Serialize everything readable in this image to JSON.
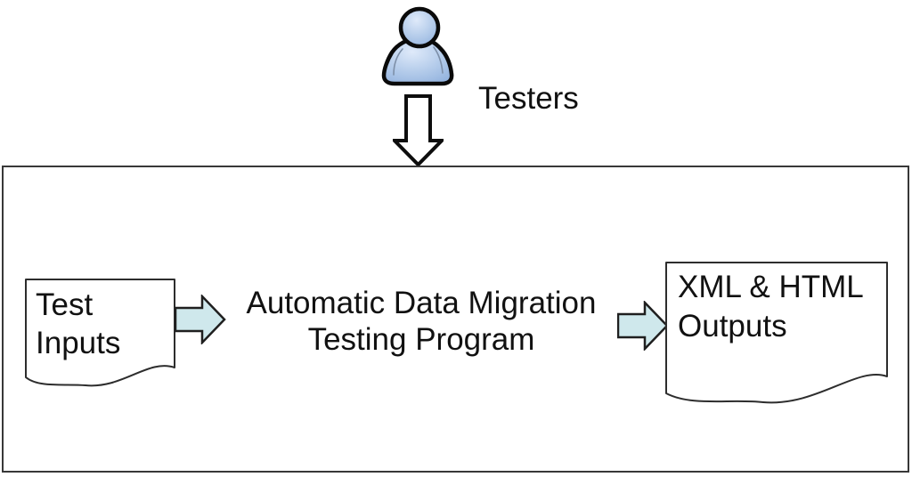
{
  "actor": {
    "label": "Testers"
  },
  "input_doc": {
    "label": "Test\nInputs"
  },
  "process": {
    "label": "Automatic Data Migration\nTesting Program"
  },
  "output_doc": {
    "label": "XML & HTML\nOutputs"
  },
  "icons": {
    "actor": "person-icon",
    "actor_to_system": "down-arrow-icon",
    "input_flow": "right-block-arrow-icon",
    "output_flow": "right-block-arrow-icon"
  },
  "colors": {
    "canvas_bg": "#ffffff",
    "text": "#111111",
    "box_border": "#383838",
    "shape_stroke": "#2d2d2d",
    "flow_arrow_fill": "#cfe8ec",
    "flow_arrow_stroke": "#1f1f1f",
    "down_arrow_fill": "#ffffff",
    "down_arrow_stroke": "#0d0d0d",
    "person_outline": "#0a0a0a",
    "person_fill_light": "#dfeafa",
    "person_fill_mid": "#b6cdeb",
    "person_fill_dark": "#8fb0dd"
  }
}
